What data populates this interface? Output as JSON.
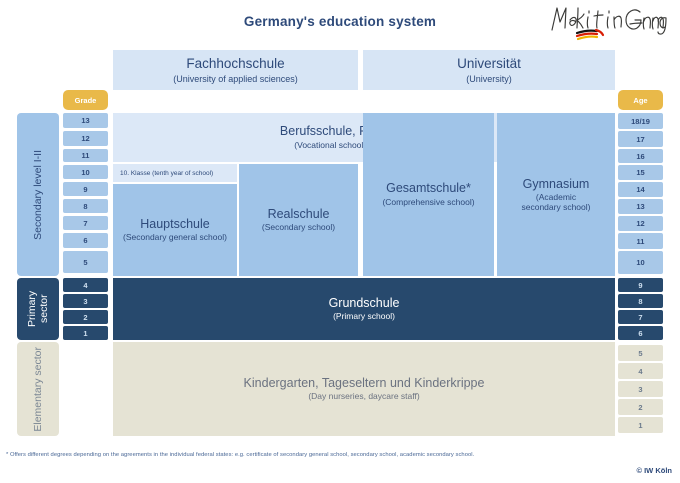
{
  "header": {
    "title": "Germany's education system",
    "logo_text": "Make it in Germany",
    "logo_name": "make-it-in-germany-logo"
  },
  "columns": {
    "grade_header": "Grade",
    "age_header": "Age"
  },
  "tertiary": [
    {
      "de": "Fachhochschule",
      "en": "(University of applied sciences)"
    },
    {
      "de": "Universität",
      "en": "(University)"
    }
  ],
  "sectors": [
    {
      "label": "Secondary level I-II"
    },
    {
      "label": "Primary\nsector"
    },
    {
      "label": "Elementary\nsector"
    }
  ],
  "sector_labels": {
    "secondary": "Secondary level I-II",
    "primary": "Primary sector",
    "elementary": "Elementary sector"
  },
  "schools": {
    "berufsschule": {
      "de": "Berufsschule, Fachoberschule",
      "en": "(Vocational school, technical college)"
    },
    "klasse10": {
      "text": "10. Klasse (tenth year of school)"
    },
    "hauptschule": {
      "de": "Hauptschule",
      "en": "(Secondary general school)"
    },
    "realschule": {
      "de": "Realschule",
      "en": "(Secondary school)"
    },
    "gesamtschule": {
      "de": "Gesamtschule*",
      "en": "(Comprehensive school)"
    },
    "gymnasium": {
      "de": "Gymnasium",
      "en": "(Academic\nsecondary school)"
    },
    "gymnasium_en1": "(Academic",
    "gymnasium_en2": "secondary school)",
    "grundschule": {
      "de": "Grundschule",
      "en": "(Primary school)"
    },
    "kindergarten": {
      "de": "Kindergarten, Tageseltern und Kinderkrippe",
      "en": "(Day nurseries, daycare staff)"
    }
  },
  "grades": [
    "13",
    "12",
    "11",
    "10",
    "9",
    "8",
    "7",
    "6",
    "5",
    "4",
    "3",
    "2",
    "1"
  ],
  "ages": [
    "18/19",
    "17",
    "16",
    "15",
    "14",
    "13",
    "12",
    "11",
    "10",
    "9",
    "8",
    "7",
    "6",
    "5",
    "4",
    "3",
    "2",
    "1"
  ],
  "footnote": "* Offers different degrees depending on the agreements in the individual federal states: e.g. certificate of secondary general school, secondary school, academic secondary school.",
  "credit": "© IW Köln",
  "colors": {
    "accent_yellow": "#e9b949",
    "pale_blue": "#dce8f7",
    "mid_blue": "#a0c4e8",
    "dark_blue": "#27496d",
    "beige": "#e5e3d4",
    "text_blue": "#2e4a7a"
  }
}
